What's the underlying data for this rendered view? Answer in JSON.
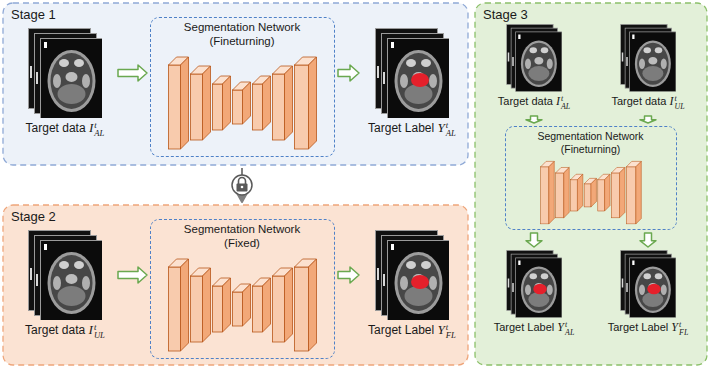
{
  "diagram": {
    "nodes": [
      {
        "text": [
          "Stage 1"
        ]
      },
      {
        "text": [
          "Target data ItAL"
        ],
        "in": 0
      },
      {
        "text": [
          "Segmentation Network (Fineturning)"
        ],
        "in": 0
      },
      {
        "text": [
          "Target Label YtAL"
        ],
        "in": 0
      },
      {
        "text": [
          "Stage 2"
        ]
      },
      {
        "text": [
          "Target data ItUL"
        ],
        "in": 4
      },
      {
        "text": [
          "Segmentation Network (Fixed)"
        ],
        "in": 4
      },
      {
        "text": [
          "Target Label YtFL"
        ],
        "in": 4
      },
      {
        "text": [
          "Stage 3"
        ]
      },
      {
        "text": [
          "Target data ItAL"
        ],
        "in": 8
      },
      {
        "text": [
          "Target data ItUL"
        ],
        "in": 8
      },
      {
        "text": [
          "Segmentation Network (Fineturning)"
        ],
        "in": 8
      },
      {
        "text": [
          "Target Label YtAL"
        ],
        "in": 8
      },
      {
        "text": [
          "Target Label YtFL"
        ],
        "in": 8
      }
    ],
    "edges": [
      {
        "from": 1,
        "to": 2,
        "arrow": "to"
      },
      {
        "from": 2,
        "to": 3,
        "arrow": "to"
      },
      {
        "from": 0,
        "to": 4,
        "arrow": "to"
      },
      {
        "from": 5,
        "to": 6,
        "arrow": "to"
      },
      {
        "from": 6,
        "to": 7,
        "arrow": "to"
      },
      {
        "from": 9,
        "to": 11,
        "arrow": "to"
      },
      {
        "from": 10,
        "to": 11,
        "arrow": "to"
      },
      {
        "from": 11,
        "to": 12,
        "arrow": "to"
      },
      {
        "from": 11,
        "to": 13,
        "arrow": "to"
      }
    ]
  }
}
